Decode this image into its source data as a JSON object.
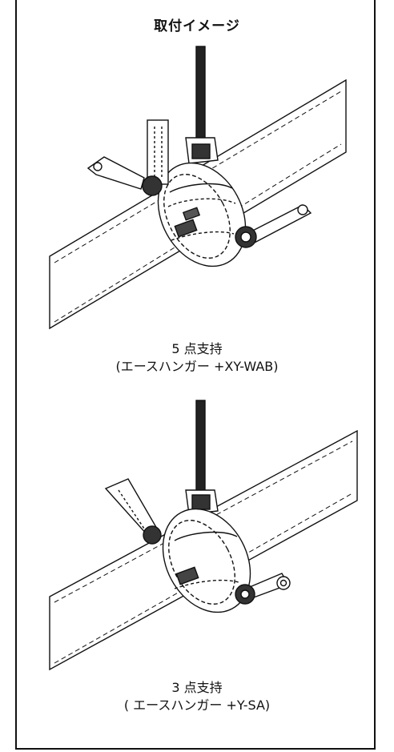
{
  "page_title": "取付イメージ",
  "figure_top": {
    "caption_line1": "5 点支持",
    "caption_line2": "(エースハンガー +XY-WAB)"
  },
  "figure_bottom": {
    "caption_line1": "3 点支持",
    "caption_line2": "( エースハンガー +Y-SA)"
  }
}
